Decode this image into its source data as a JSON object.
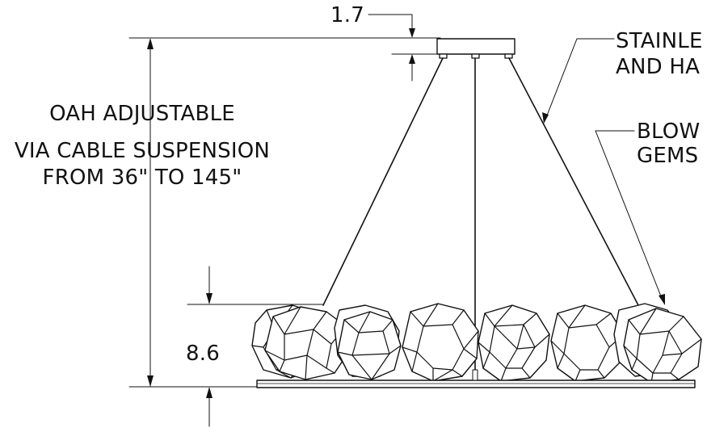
{
  "dimensions": {
    "canopy_height": "1.7",
    "shade_height": "8.6"
  },
  "notes": {
    "oah_line1": "OAH ADJUSTABLE",
    "oah_line2": "VIA CABLE SUSPENSION",
    "oah_line3": "FROM 36\" TO 145\""
  },
  "callouts": {
    "cable_line1": "STAINLE",
    "cable_line2": "AND HA",
    "gems_line1": "BLOW",
    "gems_line2": "GEMS"
  },
  "colors": {
    "line": "#111111",
    "background": "#ffffff"
  }
}
